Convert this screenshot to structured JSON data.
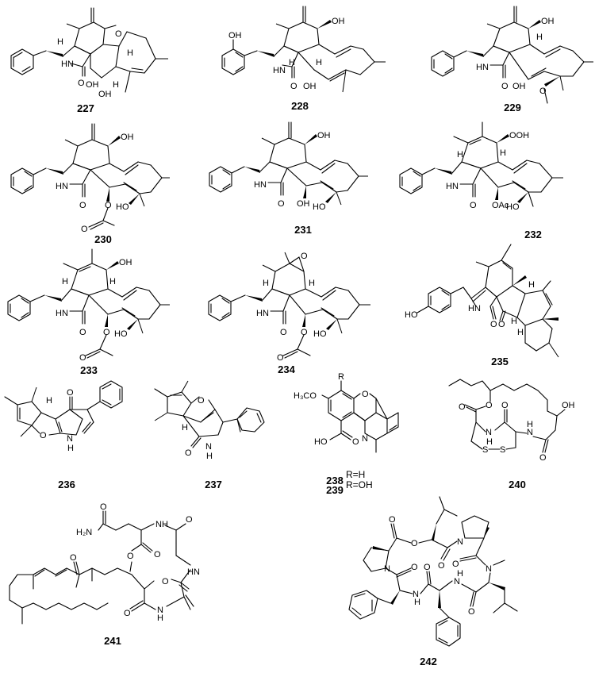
{
  "figure": {
    "type": "chemical-structure-panel",
    "background": "#ffffff",
    "ink": "#000000",
    "compounds": [
      {
        "id": "227",
        "label": "227",
        "class": "cytochalasan",
        "atoms": [
          "HN",
          "O",
          "O",
          "OH",
          "OH",
          "H",
          "H",
          "H",
          "H"
        ]
      },
      {
        "id": "228",
        "label": "228",
        "class": "cytochalasan",
        "atoms": [
          "OH",
          "OH",
          "HN",
          "O",
          "OH",
          "H",
          "H"
        ]
      },
      {
        "id": "229",
        "label": "229",
        "class": "cytochalasan",
        "atoms": [
          "OH",
          "H",
          "HN",
          "O",
          "OH",
          "O"
        ]
      },
      {
        "id": "230",
        "label": "230",
        "class": "cytochalasan",
        "atoms": [
          "OH",
          "HN",
          "O",
          "O",
          "O",
          "HO"
        ]
      },
      {
        "id": "231",
        "label": "231",
        "class": "cytochalasan",
        "atoms": [
          "OH",
          "HN",
          "O",
          "OH",
          "HO"
        ]
      },
      {
        "id": "232",
        "label": "232",
        "class": "cytochalasan",
        "atoms": [
          "OOH",
          "H",
          "H",
          "HN",
          "O",
          "OAc",
          "HO"
        ]
      },
      {
        "id": "233",
        "label": "233",
        "class": "cytochalasan",
        "atoms": [
          "OH",
          "H",
          "H",
          "HN",
          "O",
          "O",
          "O",
          "HO"
        ]
      },
      {
        "id": "234",
        "label": "234",
        "class": "cytochalasan",
        "atoms": [
          "O",
          "H",
          "H",
          "HN",
          "O",
          "O",
          "O",
          "HO"
        ]
      },
      {
        "id": "235",
        "label": "235",
        "class": "cytochalasan",
        "atoms": [
          "HO",
          "HN",
          "O",
          "O",
          "H",
          "H",
          "H"
        ]
      },
      {
        "id": "236",
        "label": "236",
        "class": "furopyridone",
        "atoms": [
          "H",
          "O",
          "O",
          "N",
          "H"
        ]
      },
      {
        "id": "237",
        "label": "237",
        "class": "furopyridone",
        "atoms": [
          "O",
          "H",
          "O",
          "N",
          "H"
        ]
      },
      {
        "id": "238_239",
        "label_a": "238",
        "label_b": "239",
        "r_a": "R=H",
        "r_b": "R=OH",
        "class": "chromenopyridine",
        "atoms": [
          "R",
          "H3CO",
          "O",
          "HO",
          "O",
          "N"
        ]
      },
      {
        "id": "240",
        "label": "240",
        "class": "cyclic depsipeptide",
        "atoms": [
          "O",
          "O",
          "OH",
          "O",
          "N",
          "H",
          "N",
          "H",
          "O",
          "S",
          "S"
        ]
      },
      {
        "id": "241",
        "label": "241",
        "class": "macrolactam",
        "atoms": [
          "O",
          "H2N",
          "NH",
          "O",
          "O",
          "O",
          "O",
          "HN",
          "O",
          "O",
          "N",
          "H"
        ]
      },
      {
        "id": "242",
        "label": "242",
        "class": "cyclic depsipeptide",
        "atoms": [
          "O",
          "O",
          "N",
          "O",
          "O",
          "N",
          "O",
          "N",
          "O",
          "N",
          "H",
          "O",
          "N",
          "H",
          "O"
        ]
      }
    ]
  }
}
